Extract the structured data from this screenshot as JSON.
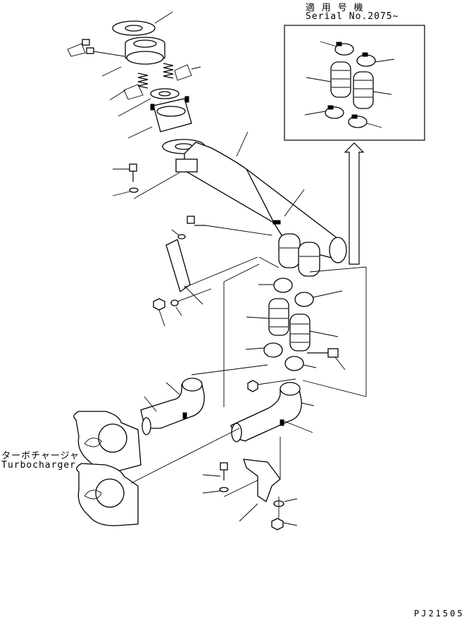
{
  "diagram": {
    "serial_label_jp": "適 用 号 機",
    "serial_label_en": "Serial No.2075~",
    "turbocharger_label_jp": "ターボチャージャ",
    "turbocharger_label_en": "Turbocharger",
    "reference_code": "PJ21505"
  }
}
